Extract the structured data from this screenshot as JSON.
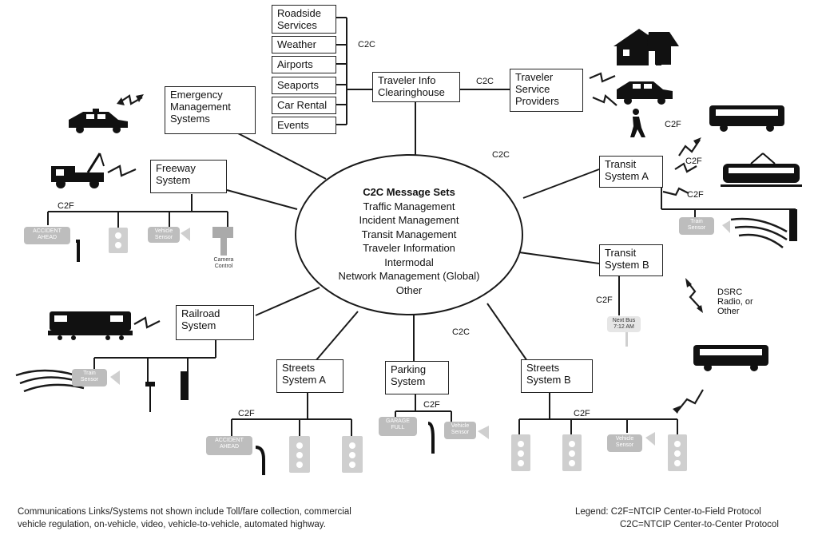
{
  "hub": {
    "title": "C2C Message Sets",
    "items": [
      "Traffic Management",
      "Incident Management",
      "Transit Management",
      "Traveler Information",
      "Intermodal",
      "Network Management (Global)",
      "Other"
    ]
  },
  "boxes": {
    "roadside": "Roadside\nServices",
    "weather": "Weather",
    "airports": "Airports",
    "seaports": "Seaports",
    "car_rental": "Car Rental",
    "events": "Events",
    "traveler_info": "Traveler Info\nClearinghouse",
    "traveler_service": "Traveler\nService\nProviders",
    "emergency": "Emergency\nManagement\nSystems",
    "freeway": "Freeway\nSystem",
    "transit_a": "Transit\nSystem A",
    "transit_b": "Transit\nSystem B",
    "railroad": "Railroad\nSystem",
    "streets_a": "Streets\nSystem A",
    "parking": "Parking\nSystem",
    "streets_b": "Streets\nSystem B"
  },
  "links": {
    "c2c": "C2C",
    "c2f": "C2F",
    "dsrc": "DSRC\nRadio, or\nOther"
  },
  "devices": {
    "accident_ahead": "ACCIDENT\nAHEAD",
    "vehicle_sensor": "Vehicle\nSensor",
    "camera_control": "Camera\nControl",
    "train_sensor": "Train\nSensor",
    "next_bus": "Next Bus\n7:12 AM",
    "garage_full": "GARAGE\nFULL"
  },
  "footer": {
    "note_line1": "Communications Links/Systems not shown include Toll/fare collection, commercial",
    "note_line2": "vehicle regulation, on-vehicle, video, vehicle-to-vehicle, automated highway.",
    "legend_line1": "Legend:  C2F=NTCIP Center-to-Field Protocol",
    "legend_line2": "C2C=NTCIP Center-to-Center Protocol"
  },
  "colors": {
    "line": "#1a1a1a",
    "device": "#bdbdbd"
  }
}
